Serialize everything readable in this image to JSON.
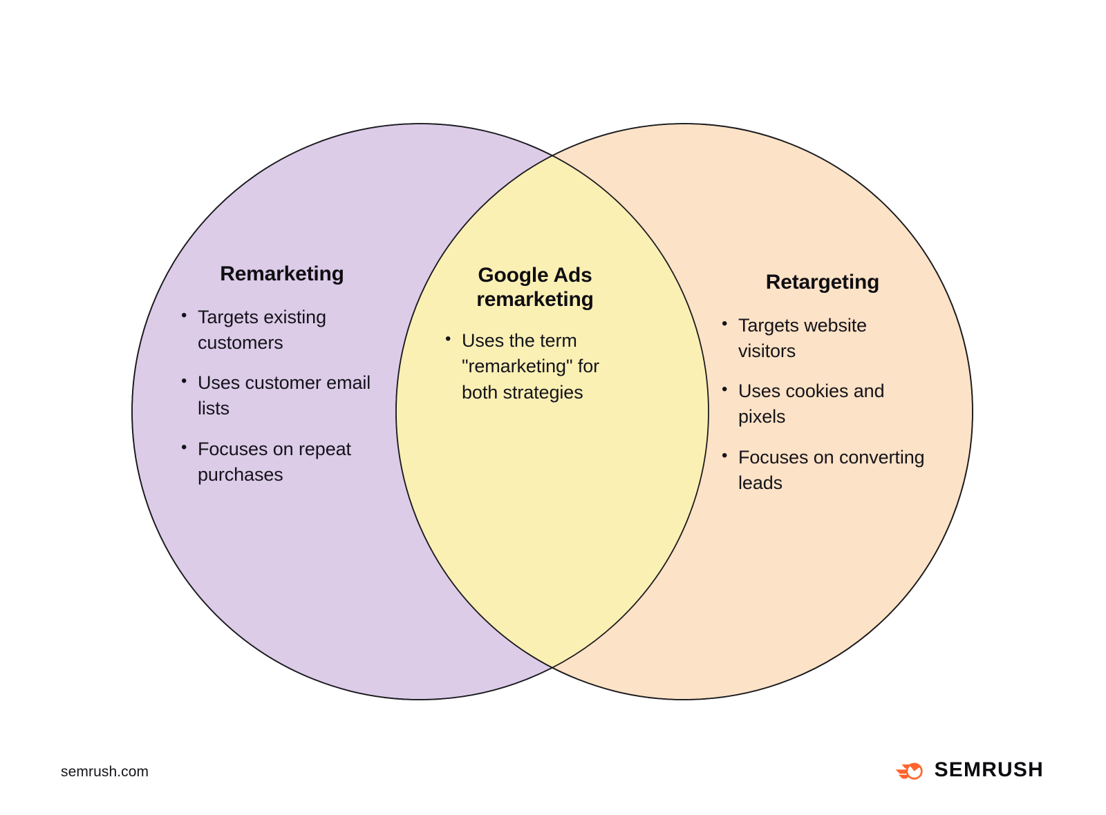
{
  "diagram": {
    "type": "venn",
    "sets": [
      {
        "id": "remarketing",
        "title": "Remarketing",
        "fill": "#DCCCE8",
        "bullets": [
          "Targets existing customers",
          "Uses customer email lists",
          "Focuses on repeat purchases"
        ]
      },
      {
        "id": "retargeting",
        "title": "Retargeting",
        "fill": "#FCE2C6",
        "bullets": [
          "Targets website visitors",
          "Uses cookies and pixels",
          "Focuses on converting leads"
        ]
      }
    ],
    "intersection": {
      "id": "google-ads-remarketing",
      "title": "Google Ads remarketing",
      "fill": "#FBF0B4",
      "bullets": [
        "Uses the term \"remarketing\" for both strategies"
      ]
    },
    "stroke": "#1b1b1f",
    "background": "#FFFFFF"
  },
  "footer": {
    "site_url": "semrush.com",
    "brand_name": "SEMRUSH",
    "brand_color": "#FF642D",
    "brand_text_color": "#0b0a0f"
  }
}
